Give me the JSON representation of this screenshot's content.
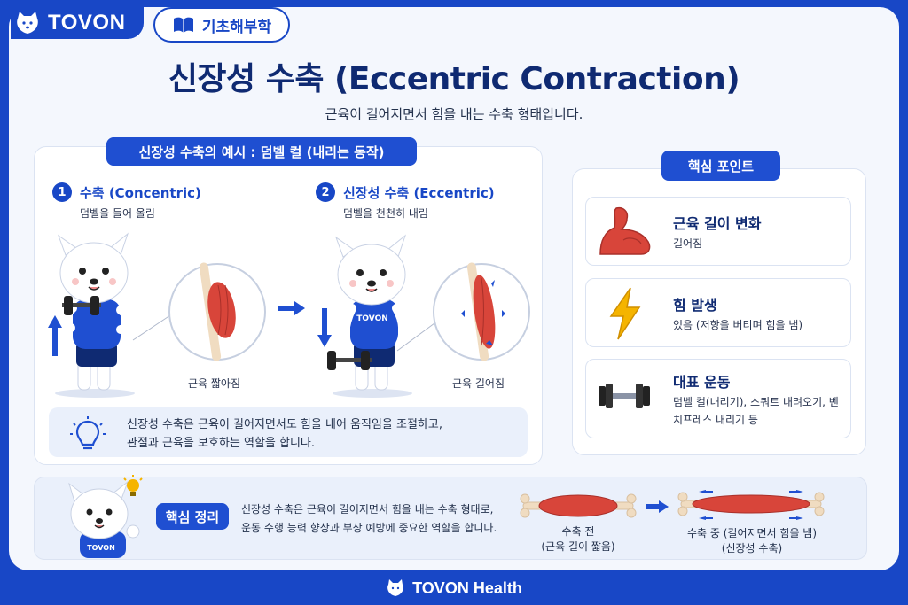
{
  "brand": {
    "name": "TOVON"
  },
  "category": {
    "label": "기초해부학",
    "icon": "book-icon"
  },
  "header": {
    "title": "신장성 수축 (Eccentric Contraction)",
    "subtitle": "근육이 길어지면서 힘을 내는 수축 형태입니다."
  },
  "example": {
    "heading": "신장성 수축의 예시 : 덤벨 컬 (내리는 동작)",
    "steps": [
      {
        "num": "1",
        "title": "수축 (Concentric)",
        "desc": "덤벨을 들어 올림",
        "muscle_label": "근육 짧아짐"
      },
      {
        "num": "2",
        "title": "신장성 수축 (Eccentric)",
        "desc": "덤벨을 천천히 내림",
        "muscle_label": "근육 길어짐",
        "shirt_text": "TOVON"
      }
    ],
    "tip": {
      "line1": "신장성 수축은 근육이 길어지면서도 힘을 내어 움직임을 조절하고,",
      "line2": "관절과 근육을 보호하는 역할을 합니다."
    }
  },
  "key_points": {
    "heading": "핵심 포인트",
    "items": [
      {
        "title": "근육 길이 변화",
        "desc": "길어짐",
        "icon": "flexed-arm-icon"
      },
      {
        "title": "힘 발생",
        "desc": "있음 (저항을 버티며 힘을 냄)",
        "icon": "lightning-icon"
      },
      {
        "title": "대표 운동",
        "desc": "덤벨 컬(내리기), 스쿼트 내려오기, 벤치프레스 내리기 등",
        "icon": "dumbbell-icon"
      }
    ]
  },
  "summary": {
    "label": "핵심 정리",
    "line1": "신장성 수축은 근육이 길어지면서 힘을 내는 수축 형태로,",
    "line2": "운동 수행 능력 향상과 부상 예방에 중요한 역할을 합니다.",
    "shirt_text": "TOVON",
    "before": {
      "line1": "수축 전",
      "line2": "(근육 길이 짧음)"
    },
    "during": {
      "line1": "수축 중 (길어지면서 힘을 냄)",
      "line2": "(신장성 수축)"
    }
  },
  "footer": {
    "text": "TOVON Health"
  },
  "colors": {
    "brand_blue": "#1847c6",
    "muscle_red": "#d8453a",
    "accent_yellow": "#f5b400"
  }
}
